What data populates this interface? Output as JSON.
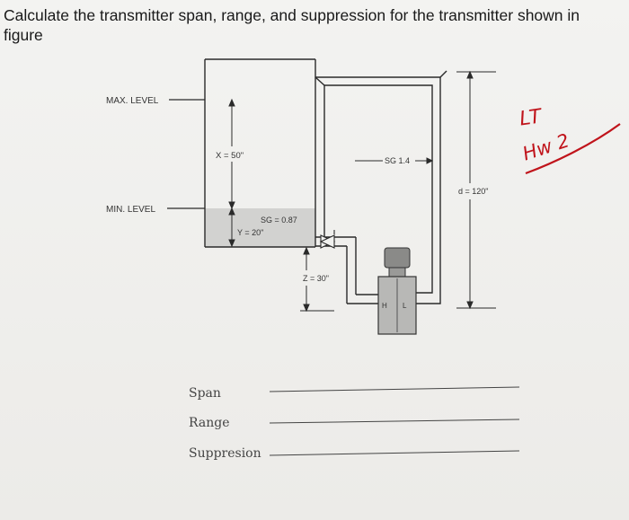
{
  "question": {
    "line1": "Calculate the transmitter span, range, and suppression for the transmitter shown in",
    "line2": "figure"
  },
  "diagram": {
    "max_level_label": "MAX. LEVEL",
    "min_level_label": "MIN. LEVEL",
    "x_label": "X = 50\"",
    "sg_process_label": "SG = 0.87",
    "y_label": "Y = 20\"",
    "sg_fill_label": "SG 1.4",
    "d_label": "d = 120\"",
    "z_label": "Z = 30\"",
    "h_port": "H",
    "l_port": "L",
    "handwritten_line1": "LT",
    "handwritten_line2": "Hw 2"
  },
  "answers": {
    "span_label": "Span",
    "range_label": "Range",
    "suppression_label": "Suppresion"
  },
  "colors": {
    "liquid": "#d4d4d2",
    "line": "#2a2a2a",
    "handwriting": "#c0141b"
  }
}
